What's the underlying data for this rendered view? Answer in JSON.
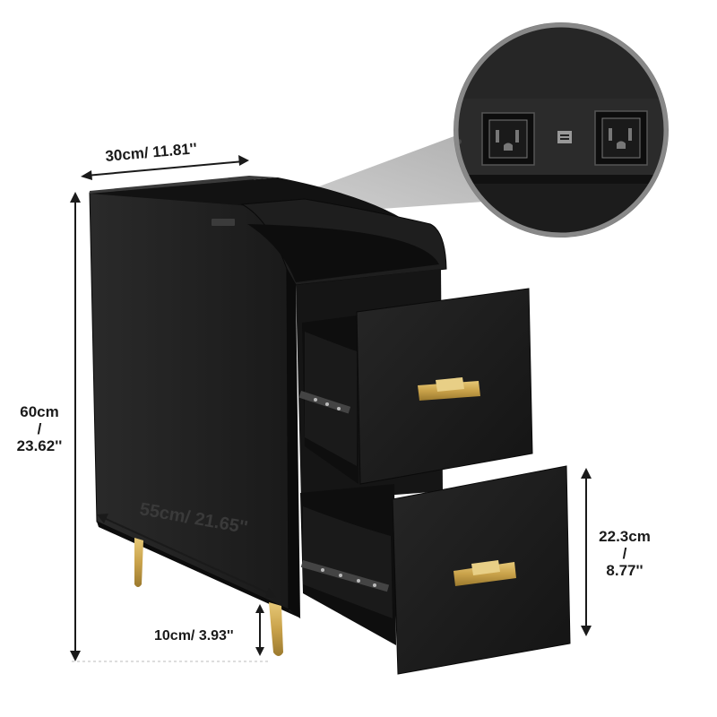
{
  "dimensions": {
    "depth_label": "30cm/ 11.81''",
    "height_label_cm": "60cm",
    "height_label_sep": "/",
    "height_label_in": "23.62''",
    "width_label": "55cm/ 21.65''",
    "drawer_height_cm": "22.3cm",
    "drawer_height_sep": "/",
    "drawer_height_in": "8.77''",
    "leg_height_label": "10cm/ 3.93''"
  },
  "colors": {
    "cabinet": "#1c1c1c",
    "cabinet_dark": "#0f0f0f",
    "gold": "#c9a24a",
    "socket_plate": "#2b2b2b",
    "spotlight": "#b8b8b8"
  },
  "icons": [
    "power-outlet-icon",
    "usb-port-icon"
  ]
}
